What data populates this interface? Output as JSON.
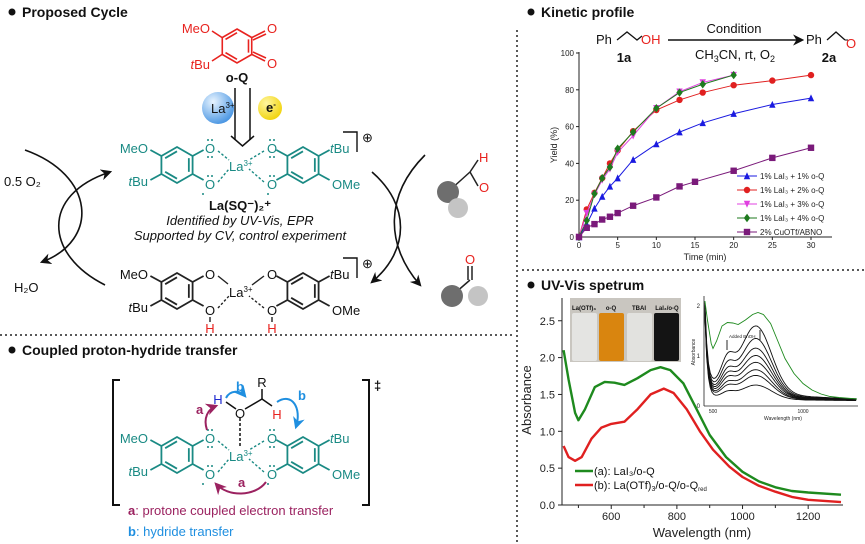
{
  "proposed_cycle": {
    "title": "Proposed Cycle",
    "oq_label": "o-Q",
    "la_ball": "La",
    "la_charge": "3+",
    "electron_ball": "e",
    "electron_charge": "-",
    "complex_label": "La(SQ⁻)₂⁺",
    "evidence_1": "Identified by UV-Vis, EPR",
    "evidence_2": "Supported by CV, control experiment",
    "oxygen": "0.5 O₂",
    "water": "H₂O",
    "substrate_oh_o": "O",
    "substrate_oh_h": "H",
    "product_o": "O"
  },
  "chem": {
    "meo": "MeO",
    "ome": "OMe",
    "t": "t",
    "bu": "Bu",
    "o": "O",
    "h": "H",
    "r": "R",
    "la": "La",
    "la_charge": "3+",
    "plus": "⊕",
    "double_dagger": "‡"
  },
  "coupled": {
    "title": "Coupled proton-hydride transfer",
    "arrow_a": "a",
    "arrow_b": "b",
    "legend_a_key": "a",
    "legend_a_text": ": protone coupled electron transfer",
    "legend_b_key": "b",
    "legend_b_text": ": hydride transfer",
    "color_a": "#9b2260",
    "color_b": "#1f8fe0"
  },
  "kinetic": {
    "title": "Kinetic profile",
    "reactant_ph": "Ph",
    "reactant_oh": "OH",
    "reactant_label": "1a",
    "condition": "Condition",
    "cond_ch": "CH",
    "cond_3": "3",
    "cond_mid": "CN, rt, O",
    "cond_2": "2",
    "product_ph": "Ph",
    "product_o": "O",
    "product_label": "2a"
  },
  "uvvis": {
    "title": "UV-Vis spetrum",
    "photo_labels": [
      "La(OTf)₃",
      "o-Q",
      "TBAI",
      "LaI₃/o-Q"
    ],
    "legend_a": "(a): LaI₃/o-Q",
    "legend_b_1": "(b): La(OTf)",
    "legend_b_2": "3",
    "legend_b_3": "/o-Q/o-Q",
    "legend_b_4": "red",
    "inset_annotation": "Added BnOH",
    "inset_xlabel": "Wavelength (nm)",
    "inset_ylabel": "Absorbance"
  },
  "chart_data": [
    {
      "type": "line",
      "title": "Kinetic profile",
      "xlabel": "Time (min)",
      "ylabel": "Yield (%)",
      "xlim": [
        0,
        31
      ],
      "ylim": [
        0,
        100
      ],
      "xticks": [
        0,
        5,
        10,
        15,
        20,
        25,
        30
      ],
      "yticks": [
        0,
        20,
        40,
        60,
        80,
        100
      ],
      "legend": "bottom-right",
      "series": [
        {
          "name": "1% LaI₃ + 1% o-Q",
          "color": "#1a1ae0",
          "marker": "triangle",
          "x": [
            0,
            1,
            2,
            3,
            4,
            5,
            7,
            10,
            13,
            16,
            20,
            25,
            30
          ],
          "y": [
            0,
            7,
            15.5,
            22,
            27.5,
            32,
            42,
            50.5,
            57,
            62,
            67,
            72,
            75.5
          ]
        },
        {
          "name": "1% LaI₃ + 2% o-Q",
          "color": "#e02020",
          "marker": "circle",
          "x": [
            0,
            1,
            2,
            3,
            4,
            5,
            7,
            10,
            13,
            16,
            20,
            25,
            30
          ],
          "y": [
            0,
            15,
            24,
            32,
            40,
            47,
            57.5,
            69,
            74.5,
            78.5,
            82.5,
            85,
            88
          ]
        },
        {
          "name": "1% LaI₃ + 3% o-Q",
          "color": "#e040e0",
          "marker": "triangle-down",
          "x": [
            0,
            1,
            2,
            3,
            4,
            5,
            7,
            10,
            13,
            16,
            20
          ],
          "y": [
            0,
            13,
            23,
            31,
            37,
            46,
            55,
            70,
            79,
            84,
            88
          ]
        },
        {
          "name": "1% LaI₃ + 4% o-Q",
          "color": "#1e7a1e",
          "marker": "diamond",
          "x": [
            0,
            1,
            2,
            3,
            4,
            5,
            7,
            10,
            13,
            16,
            20
          ],
          "y": [
            0,
            9,
            23.5,
            32,
            38,
            48,
            57,
            70,
            78.5,
            83,
            88
          ]
        },
        {
          "name": "2% CuOTf/ABNO",
          "color": "#7a1a7a",
          "marker": "square",
          "x": [
            0,
            1,
            2,
            3,
            4,
            5,
            7,
            10,
            13,
            15,
            20,
            25,
            30
          ],
          "y": [
            0,
            5,
            7,
            9.5,
            11,
            13,
            17,
            21.5,
            27.5,
            30,
            36,
            43,
            48.5
          ]
        }
      ]
    },
    {
      "type": "line",
      "title": "UV-Vis spetrum",
      "xlabel": "Wavelength (nm)",
      "ylabel": "Absorbance",
      "xlim": [
        450,
        1300
      ],
      "ylim": [
        0,
        2.8
      ],
      "xticks": [
        600,
        800,
        1000,
        1200
      ],
      "yticks": [
        0.0,
        0.5,
        1.0,
        1.5,
        2.0,
        2.5
      ],
      "legend": "bottom-left",
      "series": [
        {
          "name": "(a): LaI₃/o-Q",
          "color": "#1e8a1e",
          "x": [
            455,
            470,
            490,
            500,
            520,
            550,
            580,
            610,
            640,
            680,
            720,
            750,
            780,
            820,
            860,
            900,
            950,
            1000,
            1050,
            1100,
            1150,
            1200,
            1300
          ],
          "y": [
            2.1,
            1.7,
            1.25,
            1.15,
            1.3,
            1.6,
            1.67,
            1.66,
            1.63,
            1.72,
            1.83,
            1.87,
            1.83,
            1.65,
            1.3,
            0.95,
            0.65,
            0.45,
            0.32,
            0.24,
            0.19,
            0.17,
            0.14
          ]
        },
        {
          "name": "(b): La(OTf)₃/o-Q/o-Qred",
          "color": "#e02020",
          "x": [
            455,
            470,
            490,
            510,
            540,
            570,
            600,
            640,
            680,
            720,
            760,
            790,
            830,
            870,
            910,
            960,
            1000,
            1050,
            1100,
            1150,
            1200,
            1300
          ],
          "y": [
            0.8,
            0.65,
            0.6,
            0.65,
            0.9,
            1.05,
            1.1,
            1.13,
            1.3,
            1.5,
            1.58,
            1.52,
            1.3,
            1.0,
            0.75,
            0.52,
            0.38,
            0.26,
            0.18,
            0.11,
            0.07,
            0.04
          ]
        }
      ],
      "inset": {
        "xlabel": "Wavelength (nm)",
        "ylabel": "Absorbance",
        "xticks": [
          500,
          1000
        ],
        "yticks": [
          0,
          1,
          2
        ],
        "xlim": [
          450,
          1305
        ],
        "ylim": [
          0,
          2.2
        ],
        "green_peak": 1.87,
        "peak_absorbances_after_BnOH": [
          1.32,
          1.1,
          0.93,
          0.8,
          0.68,
          0.55,
          0.45,
          0.28
        ]
      }
    }
  ]
}
